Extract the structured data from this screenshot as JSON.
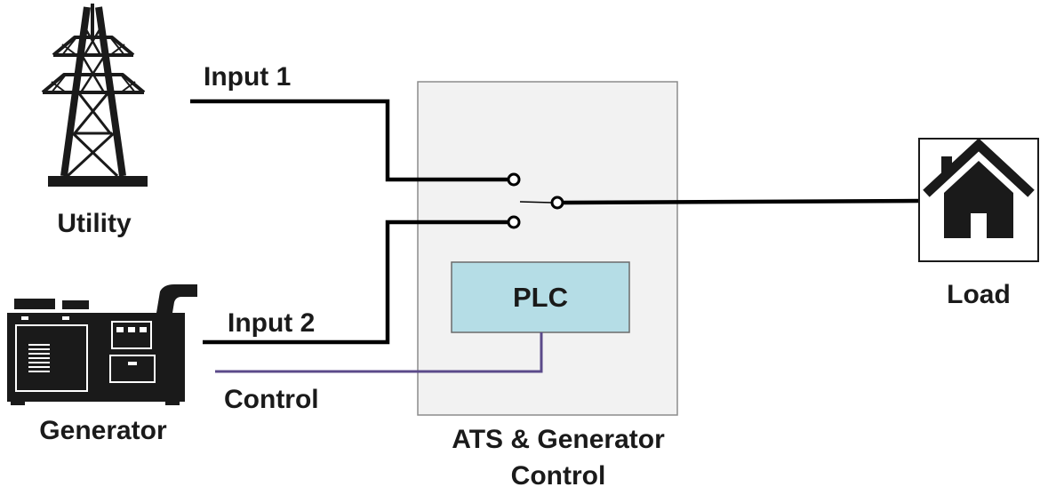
{
  "labels": {
    "utility": "Utility",
    "generator": "Generator",
    "input1": "Input 1",
    "input2": "Input 2",
    "control": "Control",
    "plc": "PLC",
    "ats_line1": "ATS & Generator",
    "ats_line2": "Control",
    "load": "Load"
  },
  "colors": {
    "wire": "#000000",
    "control_wire": "#5b4a8a",
    "ats_fill": "#f2f2f2",
    "ats_border": "#8c8c8c",
    "plc_fill": "#b5dde6",
    "plc_border": "#6b6b6b",
    "icon": "#1a1a1a"
  },
  "icons": {
    "utility": "transmission-tower-icon",
    "generator": "generator-icon",
    "load": "house-icon"
  }
}
